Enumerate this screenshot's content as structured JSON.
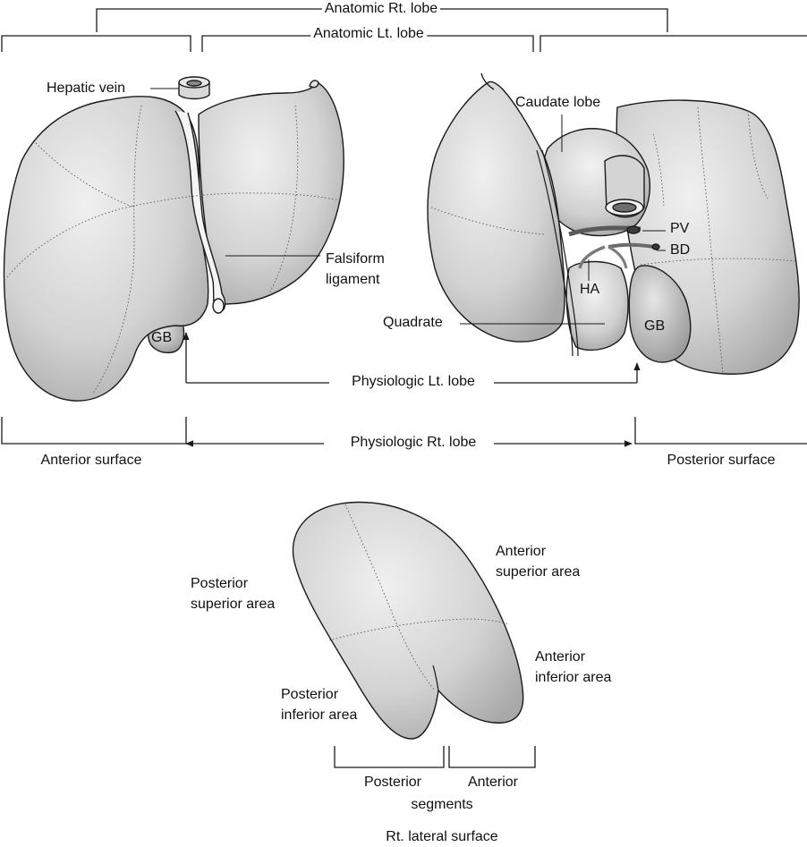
{
  "labels": {
    "anatomic_rt_lobe": "Anatomic Rt. lobe",
    "anatomic_lt_lobe": "Anatomic Lt. lobe",
    "hepatic_vein": "Hepatic vein",
    "caudate_lobe": "Caudate lobe",
    "falsiform_ligament": "Falsiform\nligament",
    "pv": "PV",
    "bd": "BD",
    "ha": "HA",
    "quadrate": "Quadrate",
    "gb_anterior": "GB",
    "gb_posterior": "GB",
    "physiologic_lt_lobe": "Physiologic Lt. lobe",
    "physiologic_rt_lobe": "Physiologic Rt. lobe",
    "anterior_surface": "Anterior surface",
    "posterior_surface": "Posterior surface",
    "posterior_superior_area": "Posterior\nsuperior area",
    "anterior_superior_area": "Anterior\nsuperior area",
    "anterior_inferior_area": "Anterior\ninferior area",
    "posterior_inferior_area": "Posterior\ninferior area",
    "posterior": "Posterior",
    "anterior": "Anterior",
    "segments": "segments",
    "rt_lateral_surface": "Rt. lateral surface"
  },
  "colors": {
    "organ_fill": "#cfcfcf",
    "organ_light": "#eeeeee",
    "organ_dark": "#a8a8a8",
    "outline": "#1a1a1a",
    "text": "#111111"
  }
}
